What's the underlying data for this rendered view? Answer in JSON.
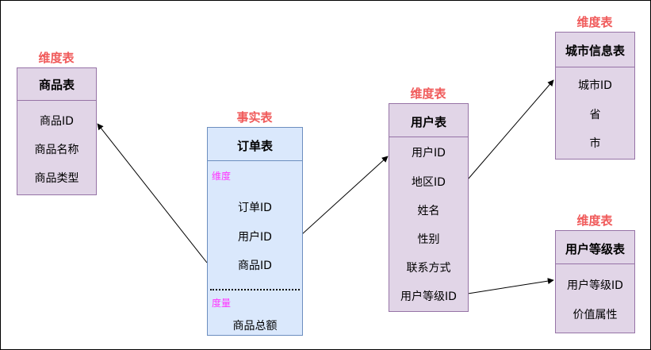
{
  "product_table": {
    "tag": "维度表",
    "title": "商品表",
    "fields": [
      "商品ID",
      "商品名称",
      "商品类型"
    ]
  },
  "order_table": {
    "tag": "事实表",
    "title": "订单表",
    "dimension_label": "维度",
    "dimension_fields": [
      "订单ID",
      "用户ID",
      "商品ID"
    ],
    "measure_label": "度量",
    "measure_fields": [
      "商品总额"
    ]
  },
  "user_table": {
    "tag": "维度表",
    "title": "用户表",
    "fields": [
      "用户ID",
      "地区ID",
      "姓名",
      "性别",
      "联系方式",
      "用户等级ID"
    ]
  },
  "city_table": {
    "tag": "维度表",
    "title": "城市信息表",
    "fields": [
      "城市ID",
      "省",
      "市"
    ]
  },
  "level_table": {
    "tag": "维度表",
    "title": "用户等级表",
    "fields": [
      "用户等级ID",
      "价值属性"
    ]
  },
  "colors": {
    "dimension_fill": "#e1d5e7",
    "dimension_border": "#9673a6",
    "fact_fill": "#dae8fc",
    "fact_border": "#6c8ebf",
    "tag_color": "#f05a5a",
    "section_label_color": "#ff33ff"
  }
}
